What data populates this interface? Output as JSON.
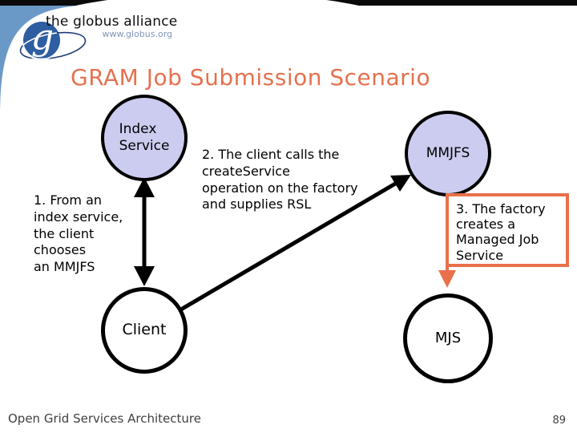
{
  "slide": {
    "title": "GRAM Job Submission Scenario",
    "footer": {
      "left_text": "Open Grid Services Architecture",
      "page_number": "89"
    }
  },
  "logo": {
    "brand_text": "the globus alliance",
    "url_text": "www.globus.org",
    "monogram": "g"
  },
  "diagram": {
    "nodes": {
      "index_service": {
        "label": "Index\nService"
      },
      "mmjfs": {
        "label": "MMJFS"
      },
      "client": {
        "label": "Client"
      },
      "mjs": {
        "label": "MJS"
      }
    },
    "steps": {
      "step1": "1. From an\nindex service,\nthe client\nchooses\nan MMJFS",
      "step2": "2. The client calls the\ncreateService\noperation on the factory\nand supplies RSL",
      "step3": "3. The factory\ncreates a\nManaged Job\nService"
    }
  },
  "colors": {
    "title_orange": "#E5714F",
    "accent_orange": "#E9704B",
    "node_fill_lavender": "#CCCCF0",
    "corner_blue": "#6B99C7",
    "logo_circle_blue": "#2E5EA1",
    "logo_ellipse_navy": "#1E3C78",
    "url_text_blue_gray": "#8093BA",
    "connector_black": "#000000"
  }
}
